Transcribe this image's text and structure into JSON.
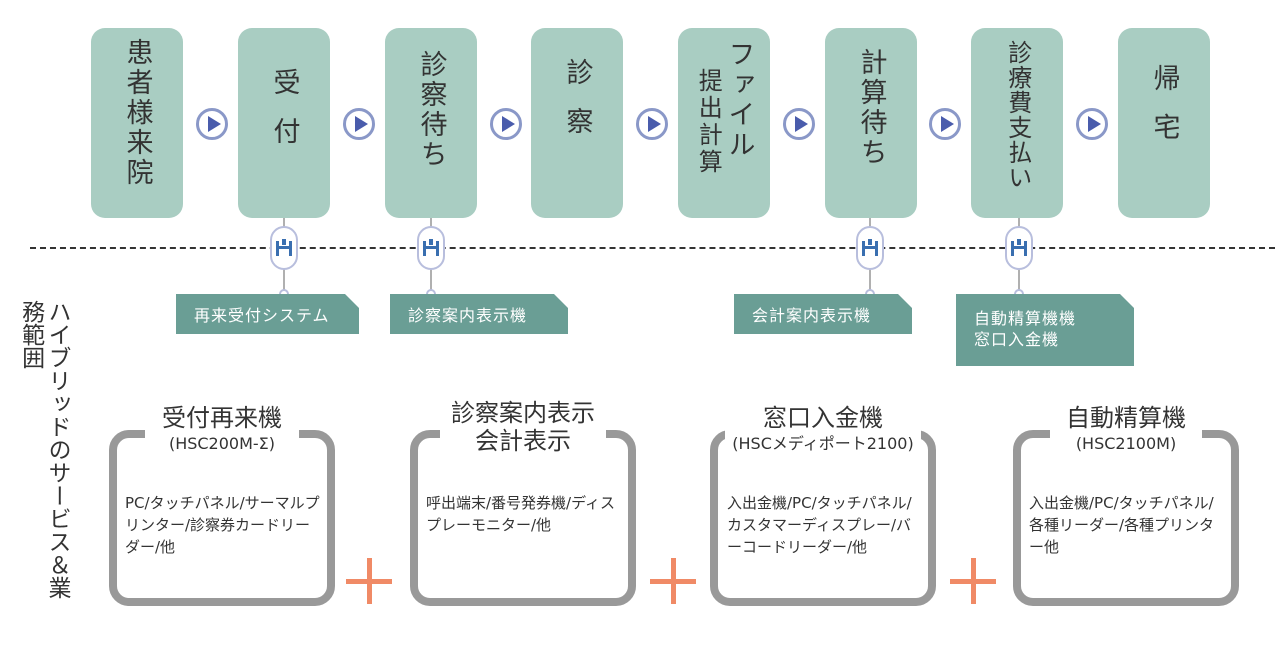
{
  "flow": {
    "steps": [
      "患者様来院",
      "受付",
      "診察待ち",
      "診察",
      "ファイル提出計算",
      "計算待ち",
      "診療費支払い",
      "帰宅"
    ],
    "step_columns": [
      [
        "患者様来院"
      ],
      [
        "受",
        "付"
      ],
      [
        "診察待ち"
      ],
      [
        "診",
        "察"
      ],
      [
        "ファイル",
        "提出計算"
      ],
      [
        "計算待ち"
      ],
      [
        "診療費支払い"
      ],
      [
        "帰",
        "宅"
      ]
    ]
  },
  "systems": {
    "reception": "再来受付システム",
    "consult_display": "診察案内表示機",
    "billing_display": "会計案内表示機",
    "auto_pay_line1": "自動精算機機",
    "auto_pay_line2": "窓口入金機"
  },
  "side_label": "ハイブリッドのサービス＆業務範囲",
  "products": [
    {
      "title": "受付再来機",
      "model": "(HSC200M-Σ)",
      "desc": "PC/タッチパネル/サーマルプリンター/診察券カードリーダー/他"
    },
    {
      "title": "診察案内表示",
      "title2": "会計表示",
      "desc": "呼出端末/番号発券機/ディスプレーモニター/他"
    },
    {
      "title": "窓口入金機",
      "model": "(HSCメディポート2100)",
      "desc": "入出金機/PC/タッチパネル/カスタマーディスプレー/バーコードリーダー/他"
    },
    {
      "title": "自動精算機",
      "model": "(HSC2100M)",
      "desc": "入出金機/PC/タッチパネル/各種リーダー/各種プリンター他"
    }
  ],
  "colors": {
    "step_fill": "#a9cdc2",
    "label_fill": "#6a9e95",
    "plus": "#f08a66",
    "box_border": "#999999",
    "arrow": "#4a5cac"
  }
}
